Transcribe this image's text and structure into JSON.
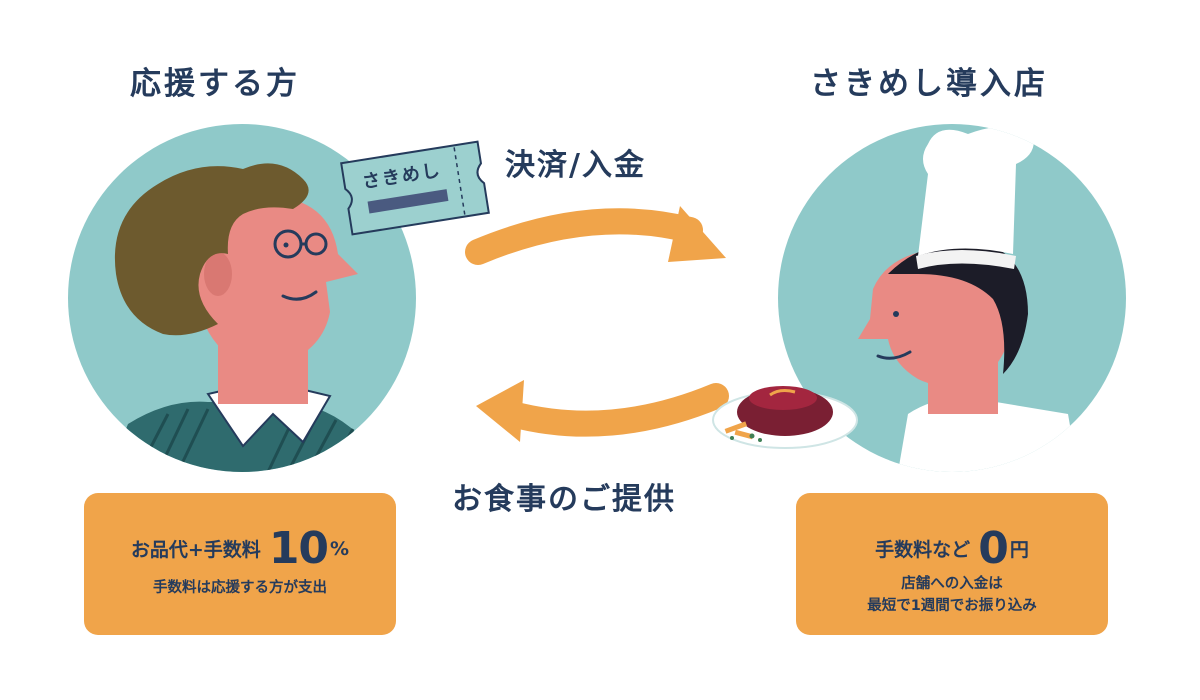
{
  "supporter": {
    "title": "応援する方",
    "box": {
      "label": "お品代+手数料",
      "value": "10",
      "unit": "%",
      "note": "手数料は応援する方が支出"
    }
  },
  "shop": {
    "title": "さきめし導入店",
    "box": {
      "label": "手数料など",
      "value": "0",
      "unit": "円",
      "note_line1": "店舗への入金は",
      "note_line2": "最短で1週間でお振り込み"
    }
  },
  "ticket": {
    "label": "さきめし"
  },
  "flows": {
    "top_label": "決済/入金",
    "bottom_label": "お食事のご提供"
  },
  "icons": [
    "supporter-man-icon",
    "chef-icon",
    "ticket-icon",
    "steak-dish-icon",
    "arrow-right-icon",
    "arrow-left-icon"
  ],
  "colors": {
    "navy": "#253b5c",
    "teal": "#8fc9c9",
    "orange": "#f0a44a",
    "skin": "#e98a84"
  }
}
